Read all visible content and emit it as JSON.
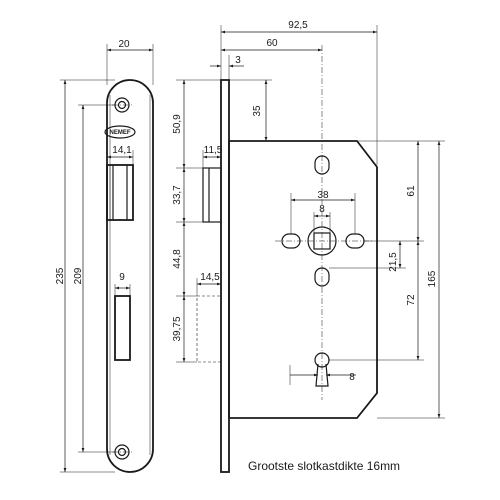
{
  "caption": "Grootste slotkastdikte 16mm",
  "brand_logo": "NEMEF",
  "dimensions": {
    "overall_width": "92,5",
    "backset": "60",
    "forend_width": "20",
    "forend_thickness": "3",
    "top_to_case": "35",
    "top_to_latch": "50,9",
    "latch_width": "14,1",
    "latch_depth": "11,5",
    "latch_height": "33,7",
    "keyhole_spacing": "38",
    "cylinder_hole": "8",
    "latch_to_bolt": "44,8",
    "bolt_width": "9",
    "bolt_depth": "14,5",
    "bolt_height": "39,75",
    "forend_length": "235",
    "screw_spacing": "209",
    "upper_vertical": "61",
    "case_height": "165",
    "lower_vertical": "72",
    "hole_offset": "21,5",
    "keyhole_detail": "8"
  }
}
